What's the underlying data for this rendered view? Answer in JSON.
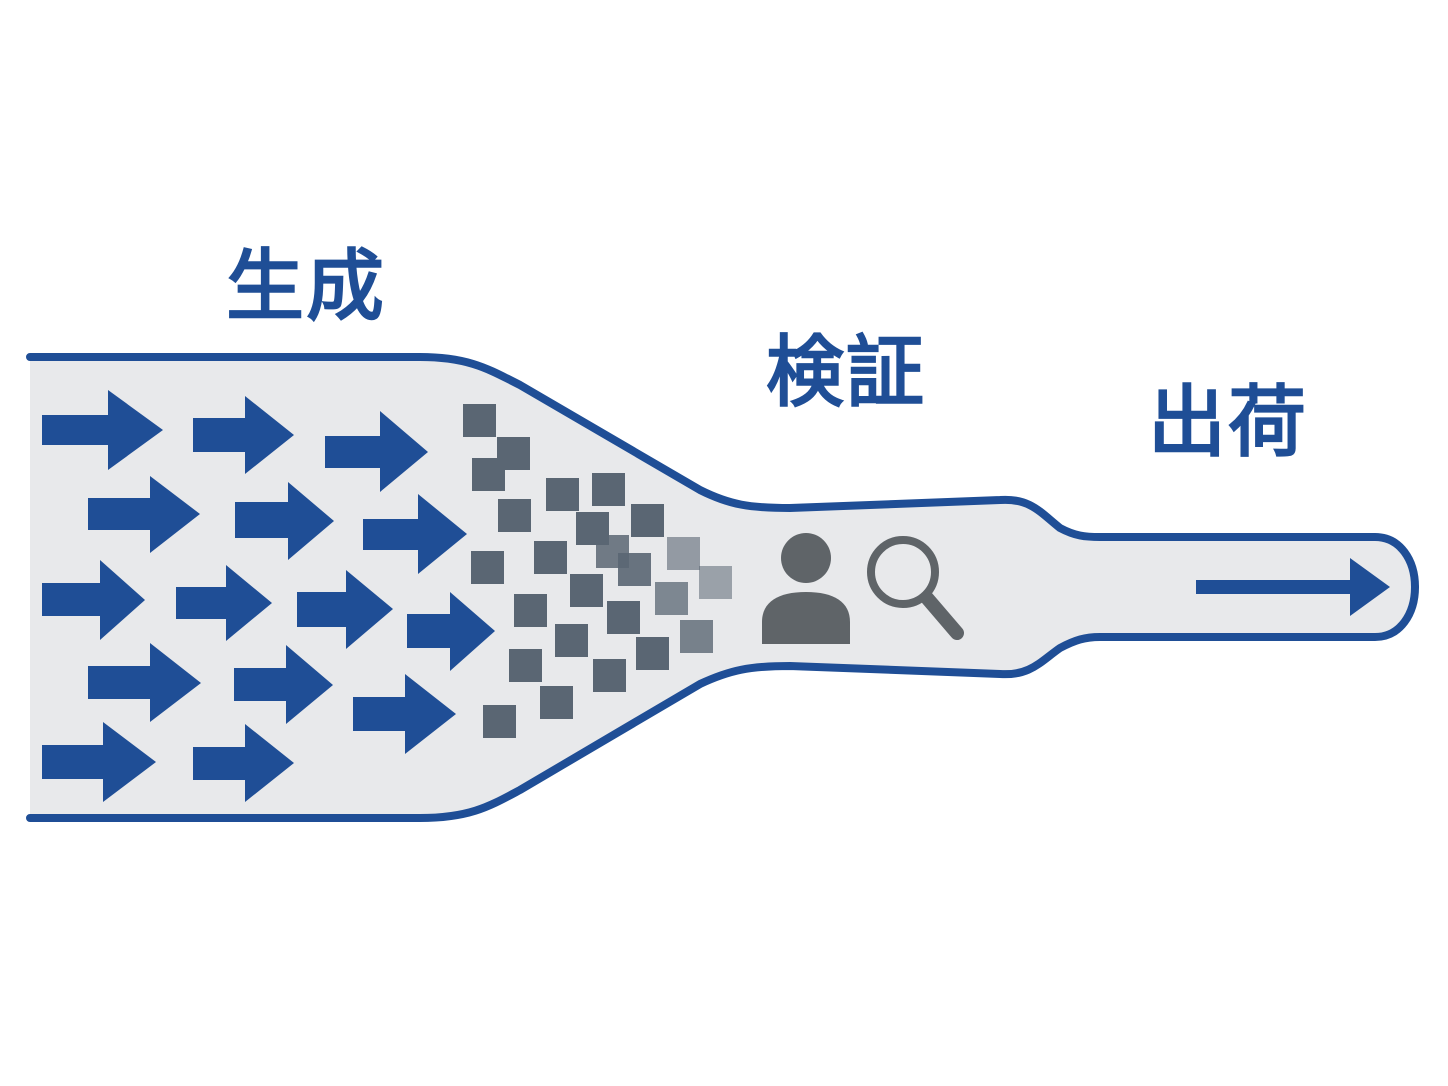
{
  "stages": {
    "generate": {
      "label": "生成"
    },
    "verify": {
      "label": "検証"
    },
    "ship": {
      "label": "出荷"
    }
  },
  "icons": {
    "person": "person-icon",
    "magnifier": "magnifier-icon",
    "output_arrow": "arrow-right-icon"
  },
  "colors": {
    "accent_blue": "#1f4e96",
    "pipe_fill": "#e8e9eb",
    "square_gray": "#5a6673",
    "icon_gray": "#5f6468"
  }
}
